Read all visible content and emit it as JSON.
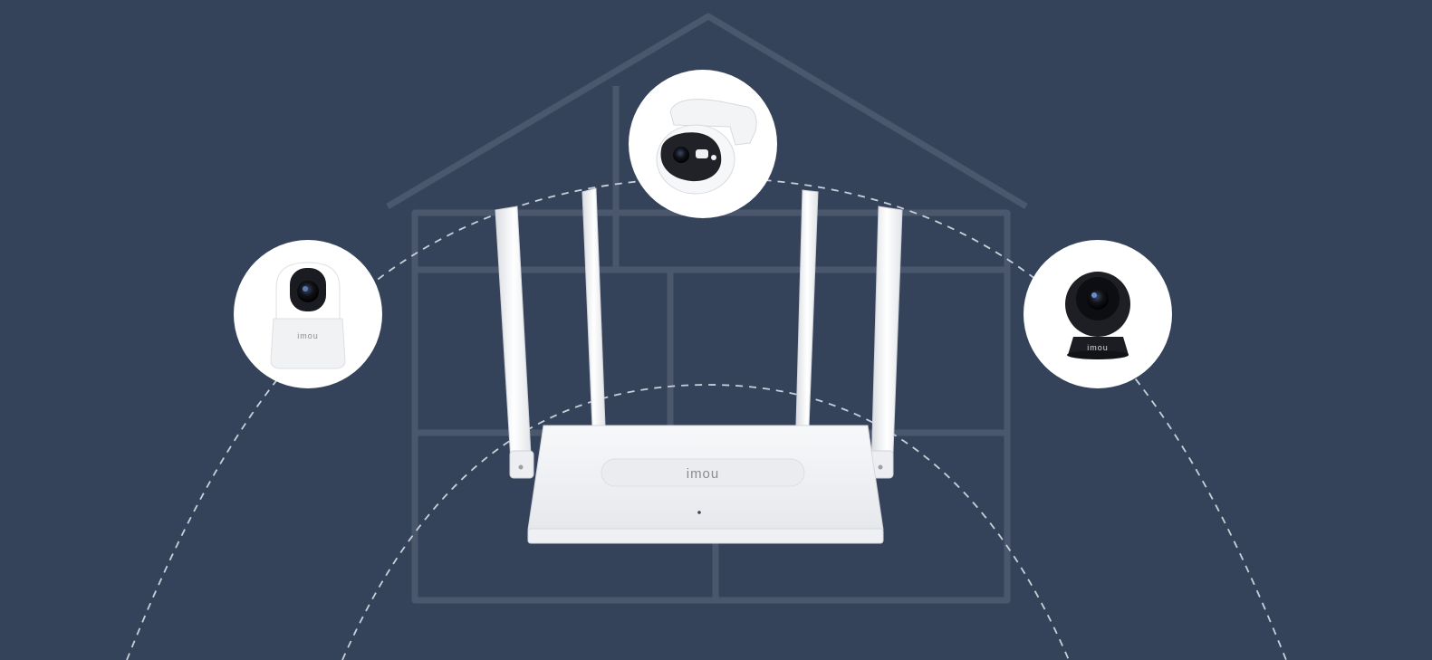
{
  "scene": {
    "background_color": "#35435a",
    "line_color": "#4a576c",
    "arc_color": "#c8cfd9"
  },
  "router": {
    "brand_text": "imou",
    "body_color": "#f4f5f7",
    "antenna_count": 4
  },
  "cameras": [
    {
      "position": "left",
      "brand_text": "imou",
      "type": "indoor pan-tilt camera, white"
    },
    {
      "position": "top",
      "brand_text": "",
      "type": "outdoor pan-tilt camera, white"
    },
    {
      "position": "right",
      "brand_text": "imou",
      "type": "indoor dome camera, black"
    }
  ]
}
